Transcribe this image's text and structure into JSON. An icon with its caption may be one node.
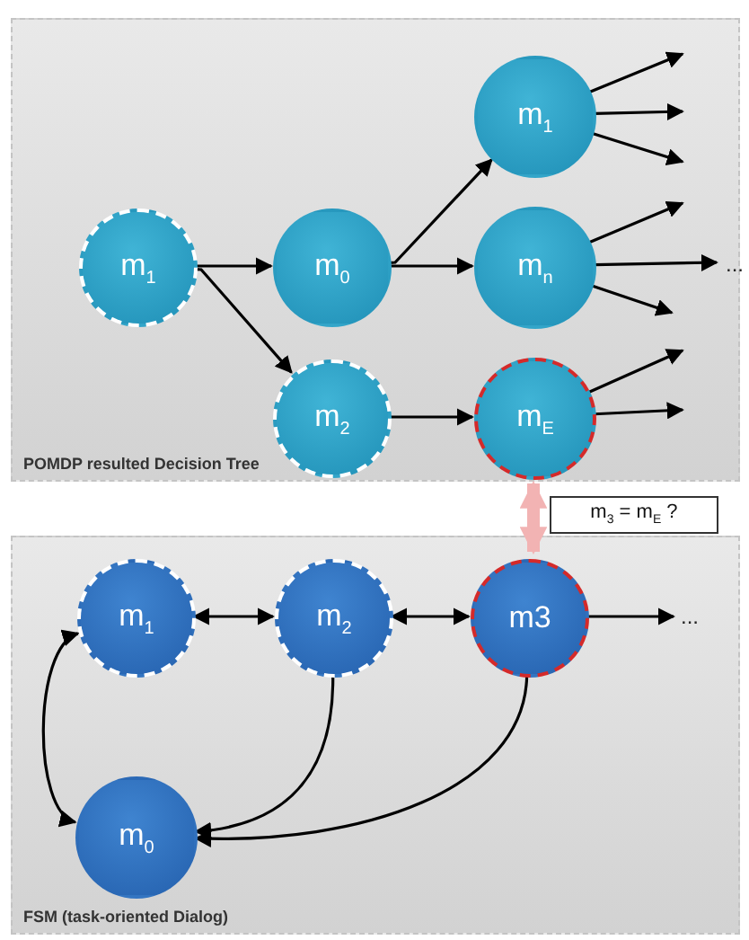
{
  "diagram": {
    "nodes": [
      {
        "text": [
          "POMDP resulted Decision Tree"
        ]
      },
      {
        "text": [
          "m$_{1}$"
        ],
        "in": 0
      },
      {
        "text": [
          "m$_{0}$"
        ],
        "in": 0
      },
      {
        "text": [
          "m$_{1}$"
        ],
        "in": 0
      },
      {
        "text": [
          "m$_{n}$"
        ],
        "in": 0
      },
      {
        "text": [
          "m$_{2}$"
        ],
        "in": 0
      },
      {
        "text": [
          "m$_{E}$"
        ],
        "in": 0
      },
      {
        "text": [
          "m$_{3}$ = m$_{E}$ ?"
        ]
      },
      {
        "text": [
          "FSM (task-oriented Dialog)"
        ]
      },
      {
        "text": [
          "m$_{1}$"
        ],
        "in": 8
      },
      {
        "text": [
          "m$_{2}$"
        ],
        "in": 8
      },
      {
        "text": [
          "m3"
        ],
        "in": 8
      },
      {
        "text": [
          "m$_{0}$"
        ],
        "in": 8
      },
      {
        "text": [
          "..."
        ],
        "in": 0
      },
      {
        "text": [
          "..."
        ],
        "in": 8
      }
    ],
    "edges": [
      {
        "from": 1,
        "to": 2,
        "arrow": "to"
      },
      {
        "from": 1,
        "to": 5,
        "arrow": "to"
      },
      {
        "from": 2,
        "to": 3,
        "arrow": "to"
      },
      {
        "from": 2,
        "to": 4,
        "arrow": "to"
      },
      {
        "from": 5,
        "to": 6,
        "arrow": "to"
      },
      {
        "from": 3,
        "to": null,
        "arrow": "to"
      },
      {
        "from": 3,
        "to": null,
        "arrow": "to"
      },
      {
        "from": 3,
        "to": null,
        "arrow": "to"
      },
      {
        "from": 4,
        "to": null,
        "arrow": "to"
      },
      {
        "from": 4,
        "to": 13,
        "arrow": "to"
      },
      {
        "from": 4,
        "to": null,
        "arrow": "to"
      },
      {
        "from": 6,
        "to": null,
        "arrow": "to"
      },
      {
        "from": 6,
        "to": null,
        "arrow": "to"
      },
      {
        "from": 6,
        "to": 11,
        "arrow": "both",
        "style": "thick",
        "color": "#f2b3b3"
      },
      {
        "from": 9,
        "to": 10,
        "arrow": "both"
      },
      {
        "from": 10,
        "to": 11,
        "arrow": "both"
      },
      {
        "from": 11,
        "to": 14,
        "arrow": "to"
      },
      {
        "from": 9,
        "to": 12,
        "arrow": "both"
      },
      {
        "from": 10,
        "to": 12,
        "arrow": "to"
      },
      {
        "from": 11,
        "to": 12,
        "arrow": "to"
      }
    ]
  }
}
